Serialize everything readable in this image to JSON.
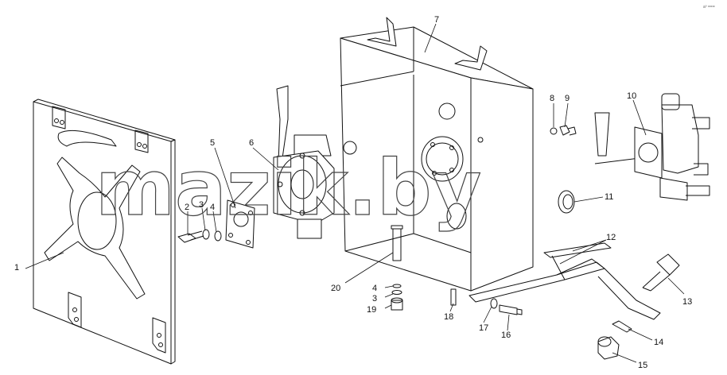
{
  "watermark": "mazik.by",
  "corner_mark": "aº ===",
  "callouts": [
    "1",
    "2",
    "3",
    "4",
    "5",
    "6",
    "7",
    "8",
    "9",
    "10",
    "11",
    "12",
    "13",
    "14",
    "15",
    "16",
    "17",
    "18",
    "19",
    "20",
    "4",
    "3"
  ]
}
